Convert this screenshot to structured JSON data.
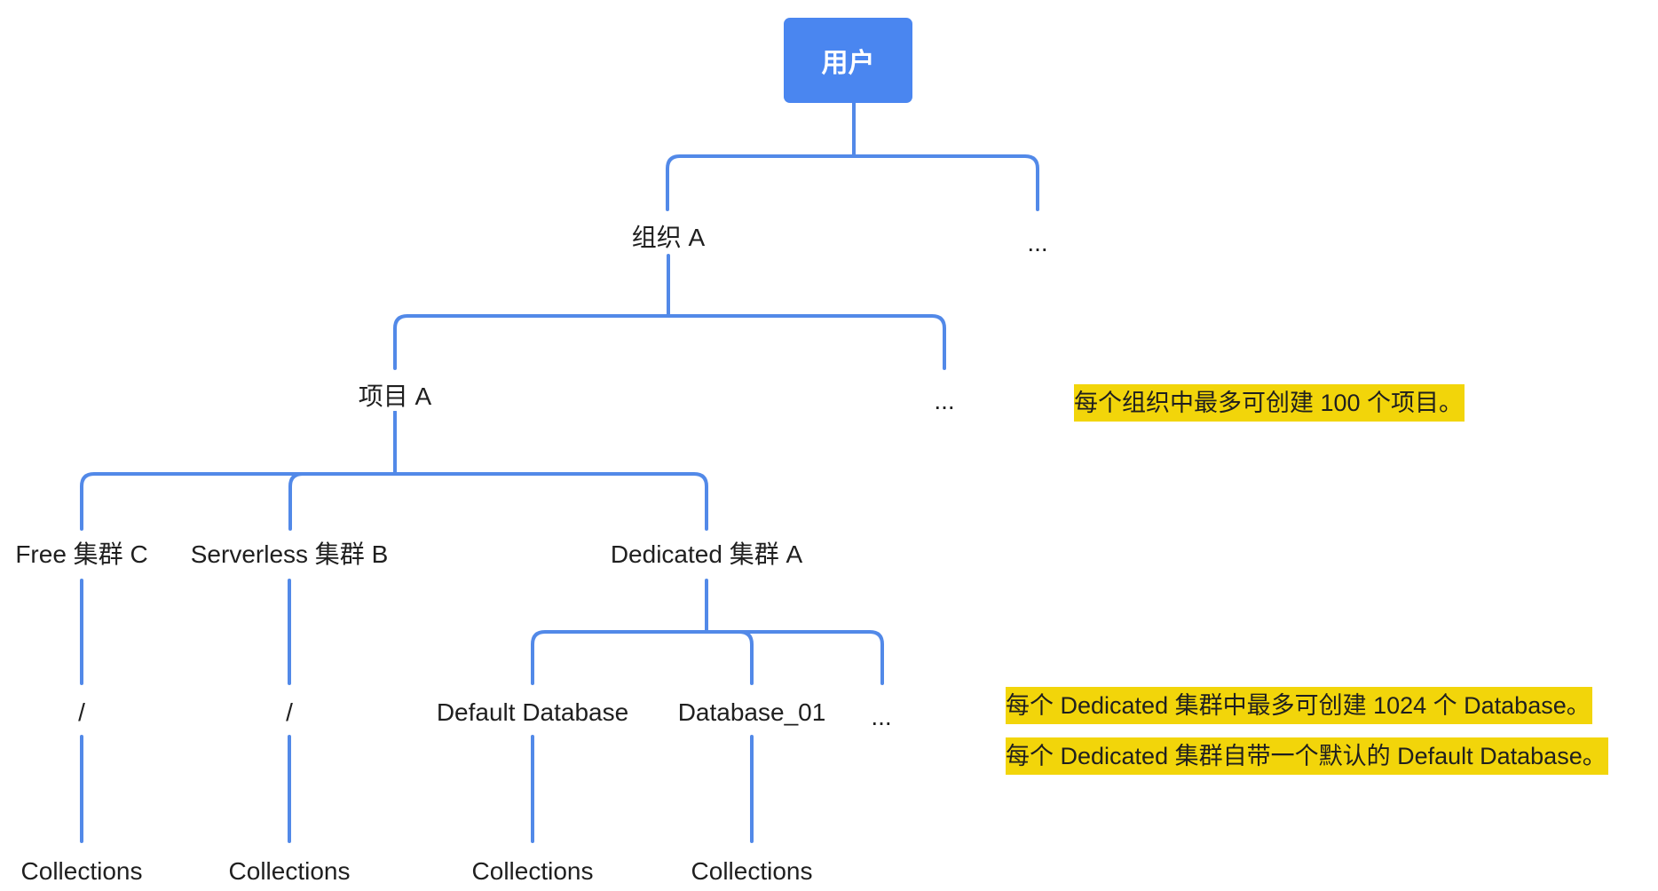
{
  "root": {
    "label": "用户"
  },
  "level1": {
    "org_a": "组织 A",
    "more": "..."
  },
  "level2": {
    "project_a": "项目 A",
    "more": "..."
  },
  "clusters": {
    "free": "Free 集群 C",
    "serverless": "Serverless 集群 B",
    "dedicated": "Dedicated 集群 A"
  },
  "databases": {
    "free_db": "/",
    "serverless_db": "/",
    "default_db": "Default Database",
    "db_01": "Database_01",
    "more": "..."
  },
  "collections": {
    "free": "Collections",
    "serverless": "Collections",
    "default_db": "Collections",
    "db_01": "Collections"
  },
  "notes": {
    "project_limit": "每个组织中最多可创建 100 个项目。",
    "database_limit": "每个 Dedicated 集群中最多可创建 1024 个 Database。",
    "default_database": "每个 Dedicated 集群自带一个默认的 Default Database。"
  },
  "colors": {
    "connector": "#5289e8",
    "root_fill": "#4a86f0",
    "highlight": "#f2d50a"
  }
}
